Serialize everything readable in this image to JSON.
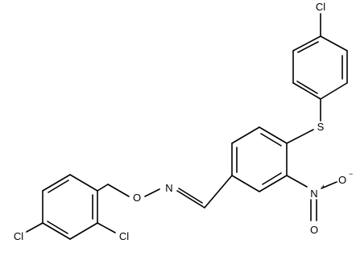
{
  "molecule": {
    "atoms": {
      "cl_top": "Cl",
      "sulfur": "S",
      "nitro_n": "N",
      "nitro_o_right": "O",
      "nitro_o_bottom": "O",
      "nitro_n_charge": "+",
      "nitro_o_charge": "−",
      "imine_n": "N",
      "ether_o": "O",
      "cl_ortho": "Cl",
      "cl_para": "Cl"
    }
  }
}
